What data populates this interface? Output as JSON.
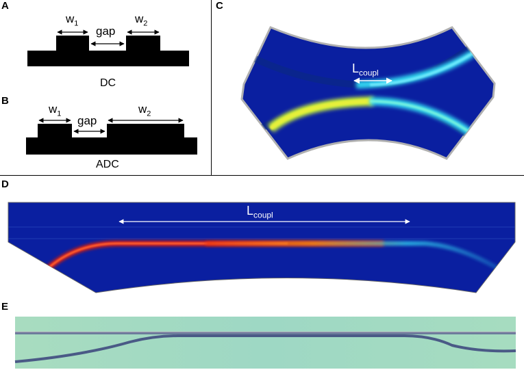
{
  "panels": {
    "a": {
      "letter": "A",
      "w1_base": "w",
      "w1_sub": "1",
      "gap": "gap",
      "w2_base": "w",
      "w2_sub": "2",
      "caption": "DC"
    },
    "b": {
      "letter": "B",
      "w1_base": "w",
      "w1_sub": "1",
      "gap": "gap",
      "w2_base": "w",
      "w2_sub": "2",
      "caption": "ADC"
    },
    "c": {
      "letter": "C",
      "label_base": "L",
      "label_sub": "coupl"
    },
    "d": {
      "letter": "D",
      "label_base": "L",
      "label_sub": "coupl"
    },
    "e": {
      "letter": "E"
    }
  },
  "colors": {
    "sim_background": "#0a1fa0",
    "field_cyan": "#32d2f0",
    "field_yellow": "#e6ef3a",
    "field_red": "#d81e10",
    "micrograph_green": "#9fd6b8"
  }
}
